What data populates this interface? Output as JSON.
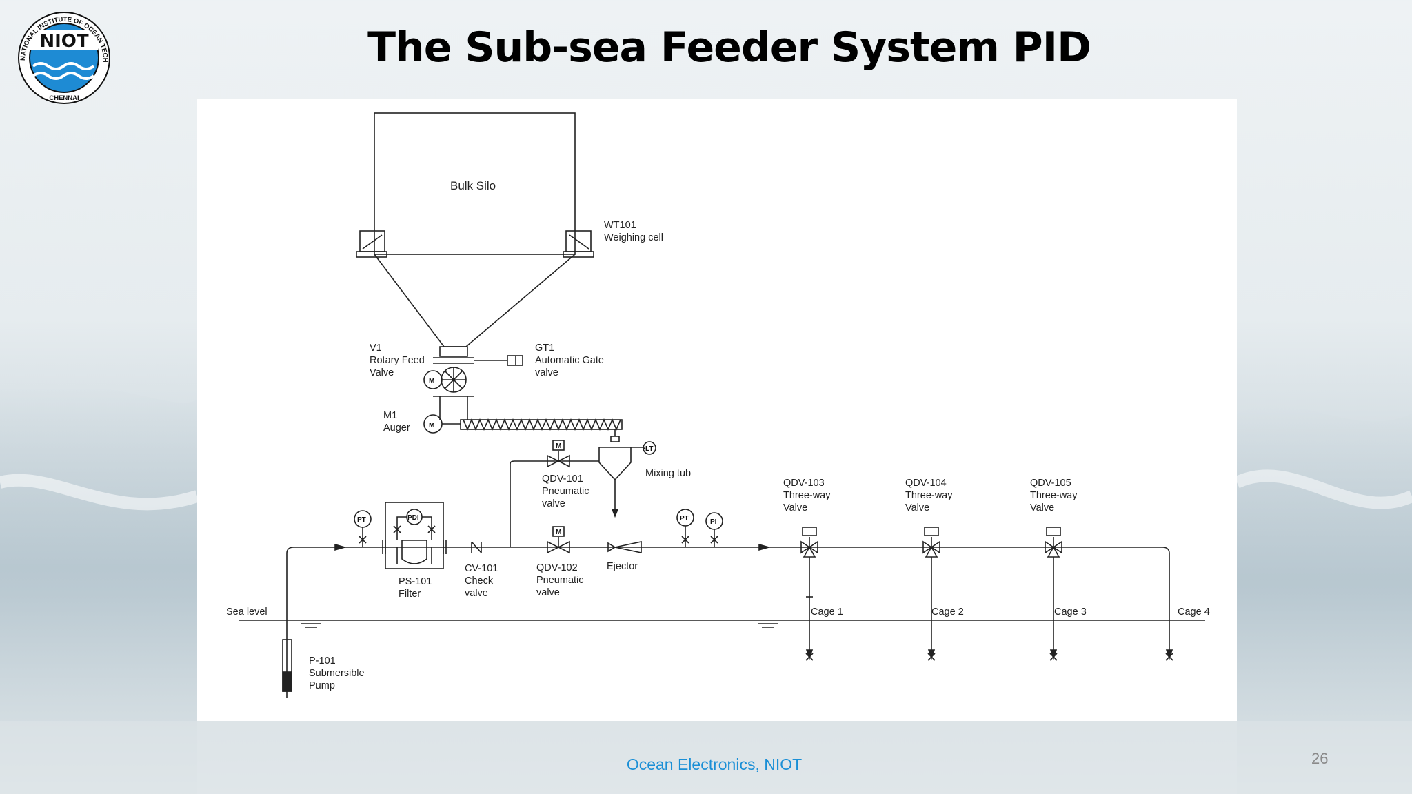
{
  "slide": {
    "title": "The Sub-sea Feeder System PID",
    "footer": "Ocean Electronics, NIOT",
    "page_number": "26"
  },
  "logo": {
    "text": "NIOT",
    "ring_text": "NATIONAL INSTITUTE OF OCEAN TECHNOLOGY",
    "city": "CHENNAI",
    "colors": {
      "blue": "#1e8bd4",
      "dark": "#111111"
    }
  },
  "diagram": {
    "silo": "Bulk Silo",
    "weighing": {
      "tag": "WT101",
      "desc": "Weighing cell"
    },
    "rotary_valve": {
      "tag": "V1",
      "line1": "Rotary Feed",
      "line2": "Valve"
    },
    "gate_valve": {
      "tag": "GT1",
      "line1": "Automatic Gate",
      "line2": "valve"
    },
    "auger": {
      "tag": "M1",
      "desc": "Auger"
    },
    "mixing_tub": "Mixing tub",
    "qdv101": {
      "tag": "QDV-101",
      "line1": "Pneumatic",
      "line2": "valve"
    },
    "qdv102": {
      "tag": "QDV-102",
      "line1": "Pneumatic",
      "line2": "valve"
    },
    "qdv103": {
      "tag": "QDV-103",
      "line1": "Three-way",
      "line2": "Valve"
    },
    "qdv104": {
      "tag": "QDV-104",
      "line1": "Three-way",
      "line2": "Valve"
    },
    "qdv105": {
      "tag": "QDV-105",
      "line1": "Three-way",
      "line2": "Valve"
    },
    "filter": {
      "tag": "PS-101",
      "desc": "Filter"
    },
    "check_valve": {
      "tag": "CV-101",
      "line1": "Check",
      "line2": "valve"
    },
    "ejector": "Ejector",
    "sea_level": "Sea level",
    "pump": {
      "tag": "P-101",
      "line1": "Submersible",
      "line2": "Pump"
    },
    "cages": [
      "Cage 1",
      "Cage 2",
      "Cage 3",
      "Cage 4"
    ],
    "instruments": {
      "pt": "PT",
      "pi": "PI",
      "pdi": "PDI",
      "lt": "LT",
      "motor": "M"
    }
  }
}
